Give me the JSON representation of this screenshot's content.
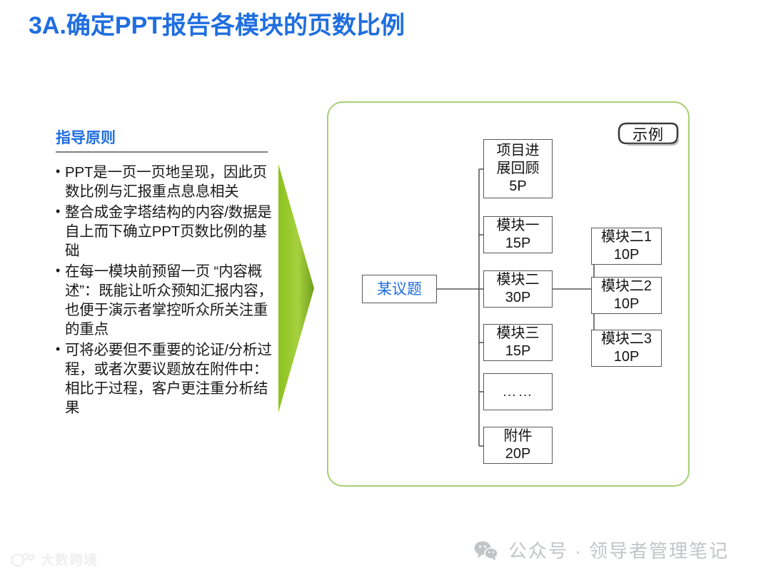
{
  "slide": {
    "title": "3A.确定PPT报告各模块的页数比例",
    "title_color": "#1f6ee0",
    "background": "#ffffff"
  },
  "principles": {
    "heading": "指导原则",
    "heading_color": "#1f6ee0",
    "bullets": [
      "PPT是一页一页地呈现，因此页数比例与汇报重点息息相关",
      "整合成金字塔结构的内容/数据是自上而下确立PPT页数比例的基础",
      "在每一模块前预留一页 “内容概述”：既能让听众预知汇报内容，也便于演示者掌控听众所关注重的重点",
      "可将必要但不重要的论证/分析过程，或者次要议题放在附件中：相比于过程，客户更注重分析结果"
    ]
  },
  "arrow": {
    "name": "green-arrow",
    "color_light": "#a2d13e",
    "color_dark": "#6fa81d"
  },
  "diagram": {
    "badge_label": "示例",
    "border_color": "#a5d073",
    "root": {
      "label": "某议题",
      "color": "#1f6ee0"
    },
    "branches": [
      {
        "title": "项目进",
        "title2": "展回顾",
        "pages": "5P"
      },
      {
        "title": "模块一",
        "title2": "",
        "pages": "15P"
      },
      {
        "title": "模块二",
        "title2": "",
        "pages": "30P"
      },
      {
        "title": "模块三",
        "title2": "",
        "pages": "15P"
      },
      {
        "title": "……",
        "title2": "",
        "pages": ""
      },
      {
        "title": "附件",
        "title2": "",
        "pages": "20P"
      }
    ],
    "subbranches": [
      {
        "title": "模块二1",
        "pages": "10P"
      },
      {
        "title": "模块二2",
        "pages": "10P"
      },
      {
        "title": "模块二3",
        "pages": "10P"
      }
    ]
  },
  "footer": {
    "text": "公众号 · 领导者管理笔记",
    "icon": "wechat-icon",
    "color": "#c2c4c6"
  },
  "watermark": {
    "text": "大数跨境",
    "icon": "dashukuajing-logo"
  }
}
